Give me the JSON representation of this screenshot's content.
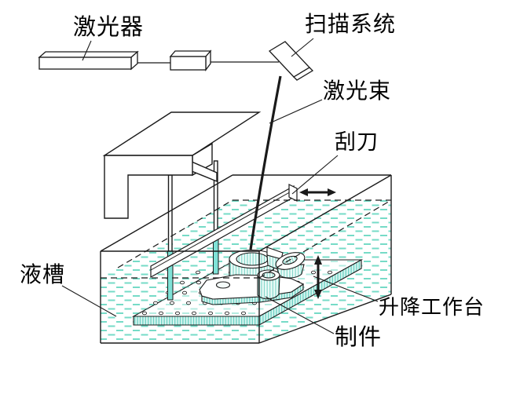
{
  "labels": {
    "laser": "激光器",
    "scanning_system": "扫描系统",
    "laser_beam": "激光束",
    "scraper": "刮刀",
    "liquid_tank": "液槽",
    "lifting_worktable": "升降工作台",
    "workpiece": "制件"
  },
  "colors": {
    "line": "#1a1a1a",
    "liquid_dash": "#76dbc7",
    "rod_fill": "#7fe2d7",
    "part_surface": "#ebfbf7",
    "part_hatch": "#7cd4c8",
    "strip_fill": "#d7f5ef",
    "strip_hatch": "#5fccbf",
    "background": "#ffffff"
  }
}
